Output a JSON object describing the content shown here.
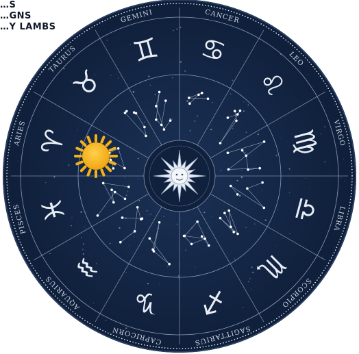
{
  "title": {
    "line1": "…S",
    "line2": "…GNS",
    "line3": "…Y LAMBS"
  },
  "colors": {
    "wheel_background": "#142544",
    "ring_lines": "#8c9bb3",
    "text": "#e6ecf5",
    "sun": "#f4b21a",
    "title": "#111a2a"
  },
  "signs": [
    {
      "name": "ARIES",
      "glyph": "♈",
      "icon": "aries-icon"
    },
    {
      "name": "TAURUS",
      "glyph": "♉",
      "icon": "taurus-icon"
    },
    {
      "name": "GEMINI",
      "glyph": "♊",
      "icon": "gemini-icon"
    },
    {
      "name": "CANCER",
      "glyph": "♋",
      "icon": "cancer-icon"
    },
    {
      "name": "LEO",
      "glyph": "♌",
      "icon": "leo-icon"
    },
    {
      "name": "VIRGO",
      "glyph": "♍",
      "icon": "virgo-icon"
    },
    {
      "name": "LIBRA",
      "glyph": "♎",
      "icon": "libra-icon"
    },
    {
      "name": "SCORPIO",
      "glyph": "♏",
      "icon": "scorpio-icon"
    },
    {
      "name": "SAGITTARIUS",
      "glyph": "♐",
      "icon": "sagittarius-icon"
    },
    {
      "name": "CAPRICORN",
      "glyph": "♑",
      "icon": "capricorn-icon"
    },
    {
      "name": "AQUARIUS",
      "glyph": "♒",
      "icon": "aquarius-icon"
    },
    {
      "name": "PISCES",
      "glyph": "♓",
      "icon": "pisces-icon"
    }
  ],
  "sun_marker": {
    "sign": "ARIES",
    "icon": "sun-icon"
  },
  "center": {
    "icon": "star-sun-face-icon"
  }
}
